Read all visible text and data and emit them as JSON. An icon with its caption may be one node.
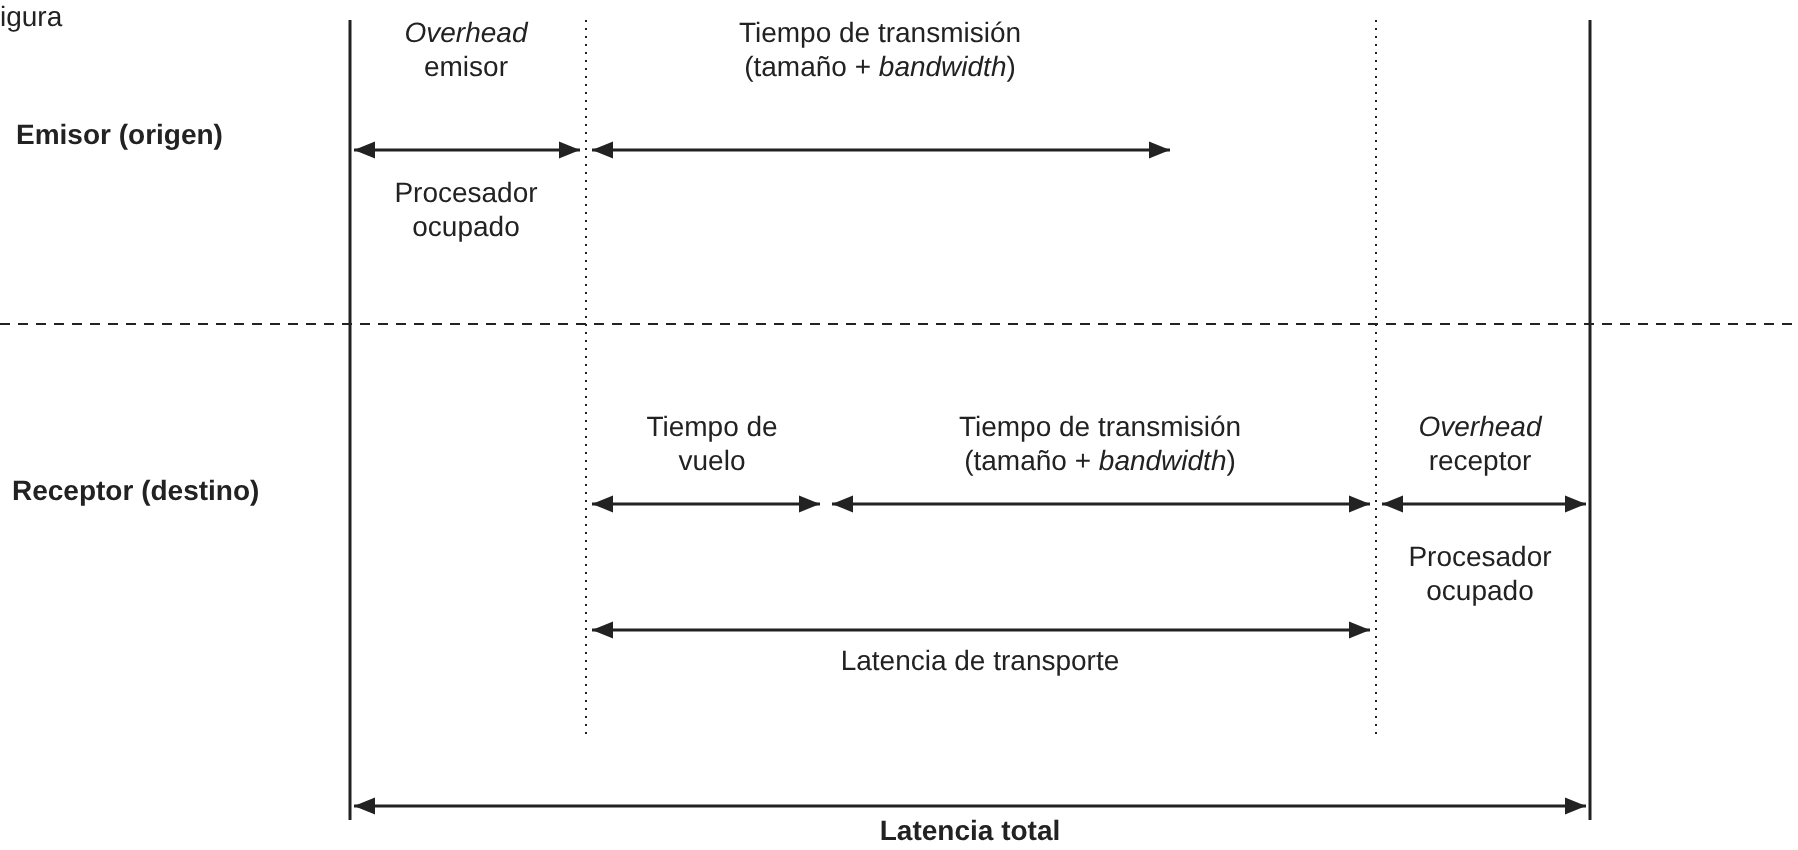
{
  "diagram": {
    "labels": [
      "igura",
      "*Overhead* emisor",
      "Tiempo de transmisión (tamaño + *bandwidth*)",
      "Emisor (origen)",
      "Procesador ocupado",
      "Tiempo de vuelo",
      "Tiempo de transmisión (tamaño + *bandwidth*)",
      "*Overhead* receptor",
      "Receptor (destino)",
      "Procesador ocupado",
      "Latencia de transporte",
      "Latencia total"
    ]
  }
}
